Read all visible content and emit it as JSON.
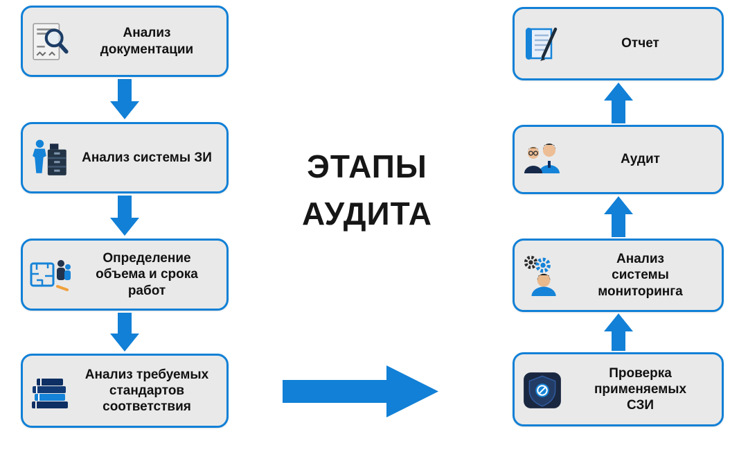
{
  "title": {
    "line1": "ЭТАПЫ",
    "line2": "АУДИТА"
  },
  "left_column": [
    {
      "label": "Анализ документации",
      "icon": "document-search-icon"
    },
    {
      "label": "Анализ системы ЗИ",
      "icon": "person-server-icon"
    },
    {
      "label": "Определение объема и срока работ",
      "icon": "maze-people-icon"
    },
    {
      "label": "Анализ требуемых стандартов соответствия",
      "icon": "books-stack-icon"
    }
  ],
  "right_column": [
    {
      "label": "Отчет",
      "icon": "report-scroll-icon"
    },
    {
      "label": "Аудит",
      "icon": "auditors-people-icon"
    },
    {
      "label": "Анализ системы мониторинга",
      "icon": "gears-person-icon"
    },
    {
      "label": "Проверка применяемых СЗИ",
      "icon": "shield-icon"
    }
  ],
  "flow": {
    "left_direction": "down",
    "right_direction": "up",
    "connector": "left-bottom-to-right-bottom"
  },
  "colors": {
    "accent_blue": "#1180d6",
    "box_border": "#1180d6",
    "box_fill": "#e9e9e9",
    "dark_navy": "#1c2b44",
    "text": "#111111"
  }
}
